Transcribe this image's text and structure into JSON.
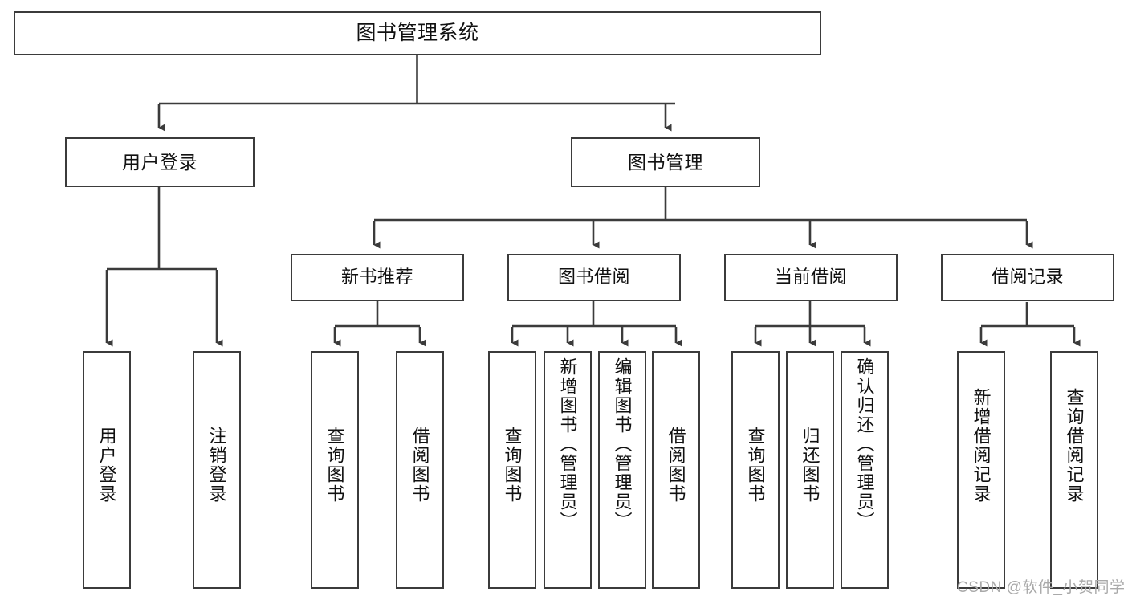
{
  "diagram": {
    "title": "图书管理系统",
    "type": "tree",
    "root": {
      "id": "root",
      "label": "图书管理系统"
    },
    "level1": [
      {
        "id": "user-login",
        "label": "用户登录"
      },
      {
        "id": "book-management",
        "label": "图书管理"
      }
    ],
    "level2": [
      {
        "id": "new-book-recommend",
        "label": "新书推荐",
        "parent": "book-management"
      },
      {
        "id": "book-borrow",
        "label": "图书借阅",
        "parent": "book-management"
      },
      {
        "id": "current-borrow",
        "label": "当前借阅",
        "parent": "book-management"
      },
      {
        "id": "borrow-record",
        "label": "借阅记录",
        "parent": "book-management"
      }
    ],
    "leaves": [
      {
        "id": "leaf-user-login",
        "label": "用户登录",
        "parent": "user-login"
      },
      {
        "id": "leaf-logout-login",
        "label": "注销登录",
        "parent": "user-login"
      },
      {
        "id": "leaf-query-book-1",
        "label": "查询图书",
        "parent": "new-book-recommend"
      },
      {
        "id": "leaf-borrow-book-1",
        "label": "借阅图书",
        "parent": "new-book-recommend"
      },
      {
        "id": "leaf-query-book-2",
        "label": "查询图书",
        "parent": "book-borrow"
      },
      {
        "id": "leaf-add-book",
        "label": "新增图书（管理员）",
        "parent": "book-borrow"
      },
      {
        "id": "leaf-edit-book",
        "label": "编辑图书（管理员）",
        "parent": "book-borrow"
      },
      {
        "id": "leaf-borrow-book-2",
        "label": "借阅图书",
        "parent": "book-borrow"
      },
      {
        "id": "leaf-query-book-3",
        "label": "查询图书",
        "parent": "current-borrow"
      },
      {
        "id": "leaf-return-book",
        "label": "归还图书",
        "parent": "current-borrow"
      },
      {
        "id": "leaf-confirm-return",
        "label": "确认归还（管理员）",
        "parent": "current-borrow"
      },
      {
        "id": "leaf-add-record",
        "label": "新增借阅记录",
        "parent": "borrow-record"
      },
      {
        "id": "leaf-query-record",
        "label": "查询借阅记录",
        "parent": "borrow-record"
      }
    ],
    "watermark": "CSDN @软件_小贺同学",
    "colors": {
      "stroke": "#3b3b3b",
      "fill": "#ffffff",
      "text": "#111111",
      "watermark": "#a9a9a9"
    }
  }
}
